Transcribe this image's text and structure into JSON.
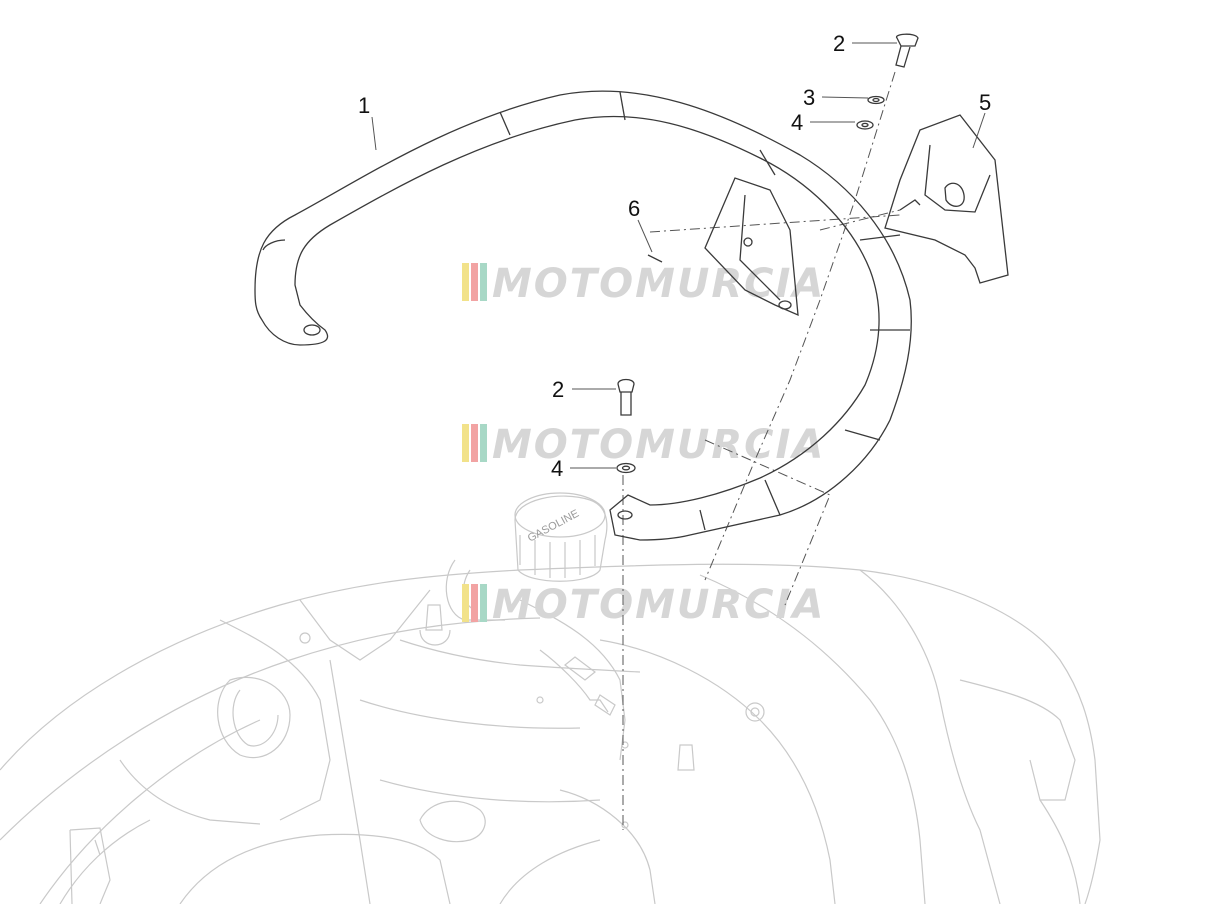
{
  "callouts": [
    {
      "id": "1",
      "label": "1"
    },
    {
      "id": "2a",
      "label": "2"
    },
    {
      "id": "3",
      "label": "3"
    },
    {
      "id": "4a",
      "label": "4"
    },
    {
      "id": "5",
      "label": "5"
    },
    {
      "id": "6",
      "label": "6"
    },
    {
      "id": "2b",
      "label": "2"
    },
    {
      "id": "4b",
      "label": "4"
    }
  ],
  "cap_text": "GASOLINE",
  "watermark": {
    "text": "MOTOMURCIA",
    "stripe_colors": [
      "#f2e28a",
      "#f2a3a3",
      "#a8d8c6"
    ],
    "text_color": "#d6d6d6"
  }
}
